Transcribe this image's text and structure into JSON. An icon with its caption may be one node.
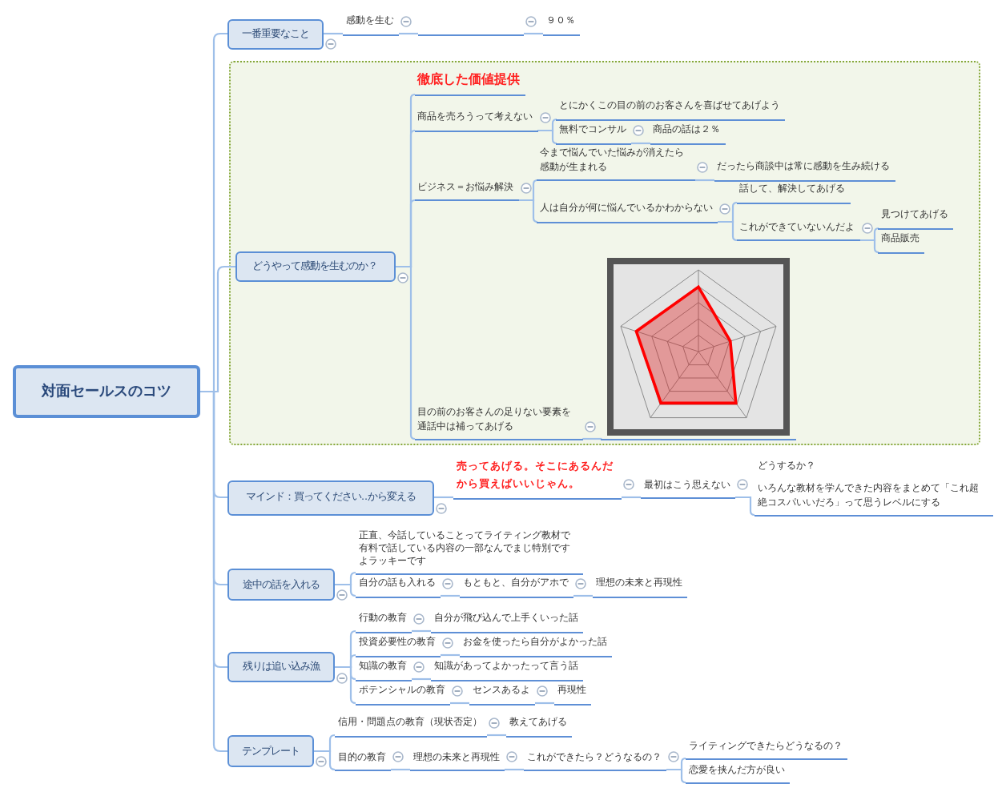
{
  "diagram": {
    "nodes": [
      {
        "text": [
          "対面セールスのコツ"
        ]
      },
      {
        "text": [
          "一番重要なこと"
        ]
      },
      {
        "text": [
          "感動を生む"
        ]
      },
      {
        "text": [],
        "shape": "line"
      },
      {
        "text": [
          "９０％"
        ]
      },
      {
        "text": [],
        "shape": "box"
      },
      {
        "text": [
          "どうやって感動を生むのか？"
        ],
        "in": 5
      },
      {
        "text": [
          "徹底した価値提供"
        ],
        "in": 5
      },
      {
        "text": [
          "商品を売ろうって考えない"
        ],
        "in": 5
      },
      {
        "text": [
          "とにかくこの目の前のお客さんを喜ばせてあげよう"
        ],
        "in": 5
      },
      {
        "text": [
          "無料でコンサル"
        ],
        "in": 5
      },
      {
        "text": [
          "商品の話は２％"
        ],
        "in": 5
      },
      {
        "text": [
          "ビジネス＝お悩み解決"
        ],
        "in": 5
      },
      {
        "text": [
          "今まで悩んでいた悩みが消えたら感動が生まれる"
        ],
        "in": 5
      },
      {
        "text": [
          "だったら商談中は常に感動を生み続ける"
        ],
        "in": 5
      },
      {
        "text": [
          "人は自分が何に悩んでいるかわからない"
        ],
        "in": 5
      },
      {
        "text": [
          "話して、解決してあげる"
        ],
        "in": 5
      },
      {
        "text": [
          "これができていないんだよ"
        ],
        "in": 5
      },
      {
        "text": [
          "見つけてあげる"
        ],
        "in": 5
      },
      {
        "text": [
          "商品販売"
        ],
        "in": 5
      },
      {
        "text": [
          "目の前のお客さんの足りない要素を通話中は補ってあげる"
        ],
        "in": 5
      },
      {
        "text": [],
        "shape": "picture",
        "in": 5
      },
      {
        "text": [
          "マインド：買ってください..から変える"
        ]
      },
      {
        "text": [
          "売ってあげる。そこにあるんだから買えばいいじゃん。"
        ]
      },
      {
        "text": [
          "最初はこう思えない"
        ]
      },
      {
        "text": [
          "どうするか？",
          "いろんな教材を学んできた内容をまとめて「これ超絶コスパいいだろ」って思うレベルにする"
        ]
      },
      {
        "text": [
          "途中の話を入れる"
        ]
      },
      {
        "text": [
          "正直、今話していることってライティング教材で有料で話している内容の一部なんでまじ特別ですよラッキーです"
        ]
      },
      {
        "text": [
          "自分の話も入れる"
        ]
      },
      {
        "text": [
          "もともと、自分がアホで"
        ]
      },
      {
        "text": [
          "理想の未来と再現性"
        ]
      },
      {
        "text": [
          "残りは追い込み漁"
        ]
      },
      {
        "text": [
          "行動の教育"
        ]
      },
      {
        "text": [
          "自分が飛び込んで上手くいった話"
        ]
      },
      {
        "text": [
          "投資必要性の教育"
        ]
      },
      {
        "text": [
          "お金を使ったら自分がよかった話"
        ]
      },
      {
        "text": [
          "知識の教育"
        ]
      },
      {
        "text": [
          "知識があってよかったって言う話"
        ]
      },
      {
        "text": [
          "ポテンシャルの教育"
        ]
      },
      {
        "text": [
          "センスあるよ"
        ]
      },
      {
        "text": [
          "再現性"
        ]
      },
      {
        "text": [
          "テンプレート"
        ]
      },
      {
        "text": [
          "信用・問題点の教育（現状否定）"
        ]
      },
      {
        "text": [
          "教えてあげる"
        ]
      },
      {
        "text": [
          "目的の教育"
        ]
      },
      {
        "text": [
          "理想の未来と再現性"
        ]
      },
      {
        "text": [
          "これができたら？どうなるの？"
        ]
      },
      {
        "text": [
          "ライティングできたらどうなるの？"
        ]
      },
      {
        "text": [
          "恋愛を挟んだ方が良い"
        ]
      }
    ],
    "edges": [
      {
        "from": 0,
        "to": 1,
        "arrow": "none"
      },
      {
        "from": 0,
        "to": 6,
        "arrow": "none"
      },
      {
        "from": 0,
        "to": 22,
        "arrow": "none"
      },
      {
        "from": 0,
        "to": 26,
        "arrow": "none"
      },
      {
        "from": 0,
        "to": 31,
        "arrow": "none"
      },
      {
        "from": 0,
        "to": 41,
        "arrow": "none"
      },
      {
        "from": 1,
        "to": 2,
        "arrow": "none"
      },
      {
        "from": 2,
        "to": 3,
        "arrow": "none"
      },
      {
        "from": 3,
        "to": 4,
        "arrow": "none"
      },
      {
        "from": 6,
        "to": 7,
        "arrow": "none"
      },
      {
        "from": 6,
        "to": 8,
        "arrow": "none"
      },
      {
        "from": 8,
        "to": 9,
        "arrow": "none"
      },
      {
        "from": 8,
        "to": 10,
        "arrow": "none"
      },
      {
        "from": 10,
        "to": 11,
        "arrow": "none"
      },
      {
        "from": 6,
        "to": 12,
        "arrow": "none"
      },
      {
        "from": 12,
        "to": 13,
        "arrow": "none"
      },
      {
        "from": 13,
        "to": 14,
        "arrow": "none"
      },
      {
        "from": 12,
        "to": 15,
        "arrow": "none"
      },
      {
        "from": 15,
        "to": 16,
        "arrow": "none"
      },
      {
        "from": 15,
        "to": 17,
        "arrow": "none"
      },
      {
        "from": 17,
        "to": 18,
        "arrow": "none"
      },
      {
        "from": 17,
        "to": 19,
        "arrow": "none"
      },
      {
        "from": 6,
        "to": 20,
        "arrow": "none"
      },
      {
        "from": 20,
        "to": 21,
        "arrow": "none"
      },
      {
        "from": 22,
        "to": 23,
        "arrow": "none"
      },
      {
        "from": 23,
        "to": 24,
        "arrow": "none"
      },
      {
        "from": 24,
        "to": 25,
        "arrow": "none"
      },
      {
        "from": 26,
        "to": 27,
        "arrow": "none"
      },
      {
        "from": 26,
        "to": 28,
        "arrow": "none"
      },
      {
        "from": 28,
        "to": 29,
        "arrow": "none"
      },
      {
        "from": 29,
        "to": 30,
        "arrow": "none"
      },
      {
        "from": 31,
        "to": 32,
        "arrow": "none"
      },
      {
        "from": 32,
        "to": 33,
        "arrow": "none"
      },
      {
        "from": 31,
        "to": 34,
        "arrow": "none"
      },
      {
        "from": 34,
        "to": 35,
        "arrow": "none"
      },
      {
        "from": 31,
        "to": 36,
        "arrow": "none"
      },
      {
        "from": 36,
        "to": 37,
        "arrow": "none"
      },
      {
        "from": 31,
        "to": 38,
        "arrow": "none"
      },
      {
        "from": 38,
        "to": 39,
        "arrow": "none"
      },
      {
        "from": 39,
        "to": 40,
        "arrow": "none"
      },
      {
        "from": 41,
        "to": 42,
        "arrow": "none"
      },
      {
        "from": 42,
        "to": 43,
        "arrow": "none"
      },
      {
        "from": 41,
        "to": 44,
        "arrow": "none"
      },
      {
        "from": 44,
        "to": 45,
        "arrow": "none"
      },
      {
        "from": 45,
        "to": 46,
        "arrow": "none"
      },
      {
        "from": 46,
        "to": 47,
        "arrow": "none"
      },
      {
        "from": 46,
        "to": 48,
        "arrow": "none"
      }
    ]
  }
}
